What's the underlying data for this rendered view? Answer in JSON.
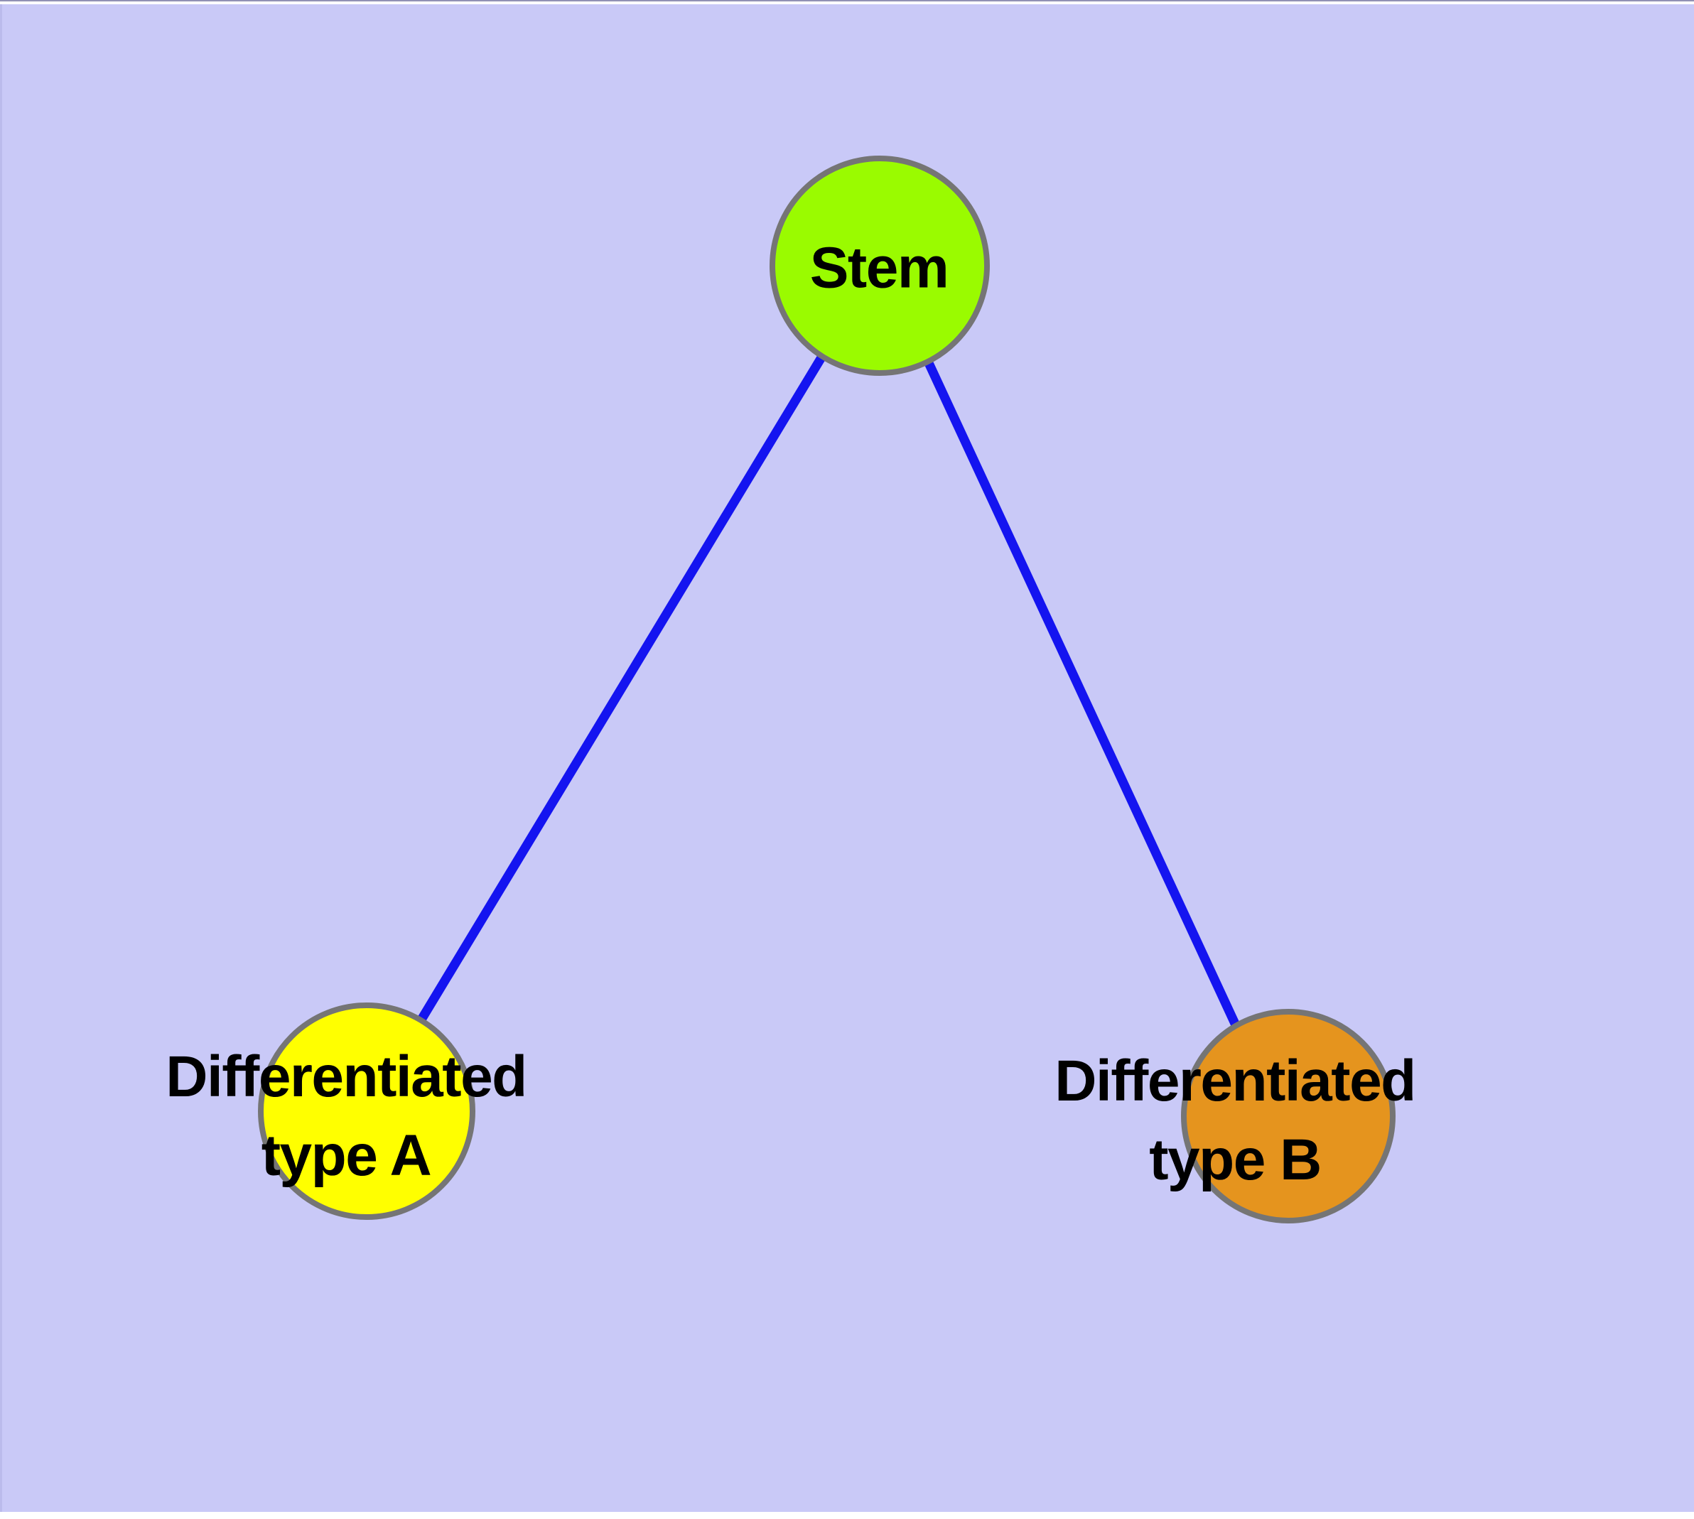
{
  "diagram": {
    "background_color": "#C9C9F7",
    "edge_color": "#1414F0",
    "node_border_color": "#757575",
    "text_color": "#000000",
    "nodes": [
      {
        "id": "stem",
        "label": "Stem",
        "fill": "#9AFB00"
      },
      {
        "id": "type-a",
        "label": "Differentiated\ntype A",
        "fill": "#FFFF00"
      },
      {
        "id": "type-b",
        "label": "Differentiated\ntype B",
        "fill": "#E5941E"
      }
    ],
    "edges": [
      {
        "from": "stem",
        "to": "type-a"
      },
      {
        "from": "stem",
        "to": "type-b"
      }
    ]
  }
}
